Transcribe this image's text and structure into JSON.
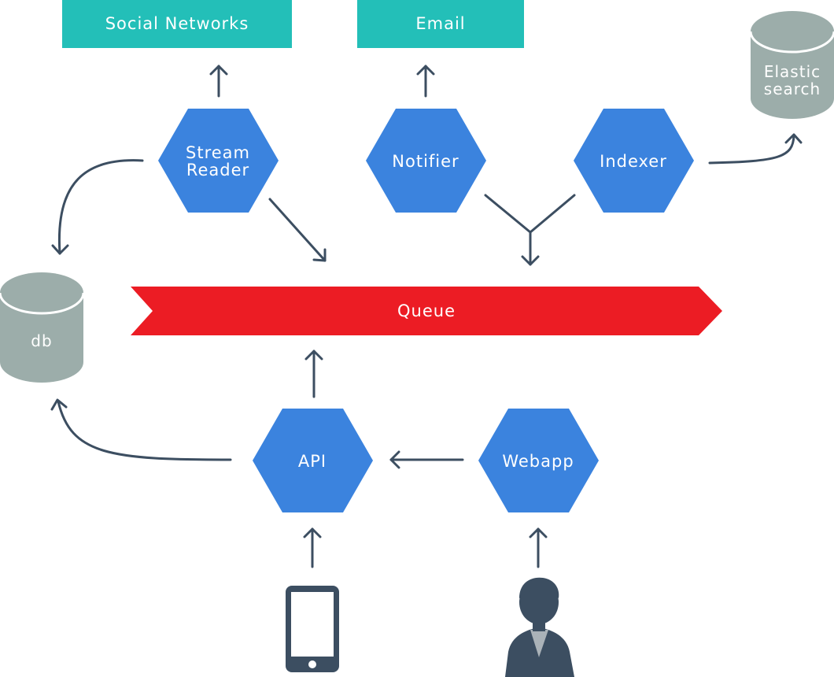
{
  "colors": {
    "service_hex": "#3b83de",
    "external_box": "#23bfb8",
    "datastore": "#9cadaa",
    "queue": "#ec1c24",
    "arrow": "#3c4e61",
    "device_icon": "#3c4e61",
    "user_shirt": "#aab2b8",
    "label_text": "#ffffff"
  },
  "external": {
    "social_networks": "Social Networks",
    "email": "Email"
  },
  "datastores": {
    "elastic_line1": "Elastic",
    "elastic_line2": "search",
    "db": "db"
  },
  "services": {
    "stream_reader_line1": "Stream",
    "stream_reader_line2": "Reader",
    "notifier": "Notifier",
    "indexer": "Indexer",
    "api": "API",
    "webapp": "Webapp"
  },
  "queue": {
    "label": "Queue"
  },
  "clients": {
    "mobile_icon": "mobile-phone-icon",
    "user_icon": "user-person-icon"
  }
}
